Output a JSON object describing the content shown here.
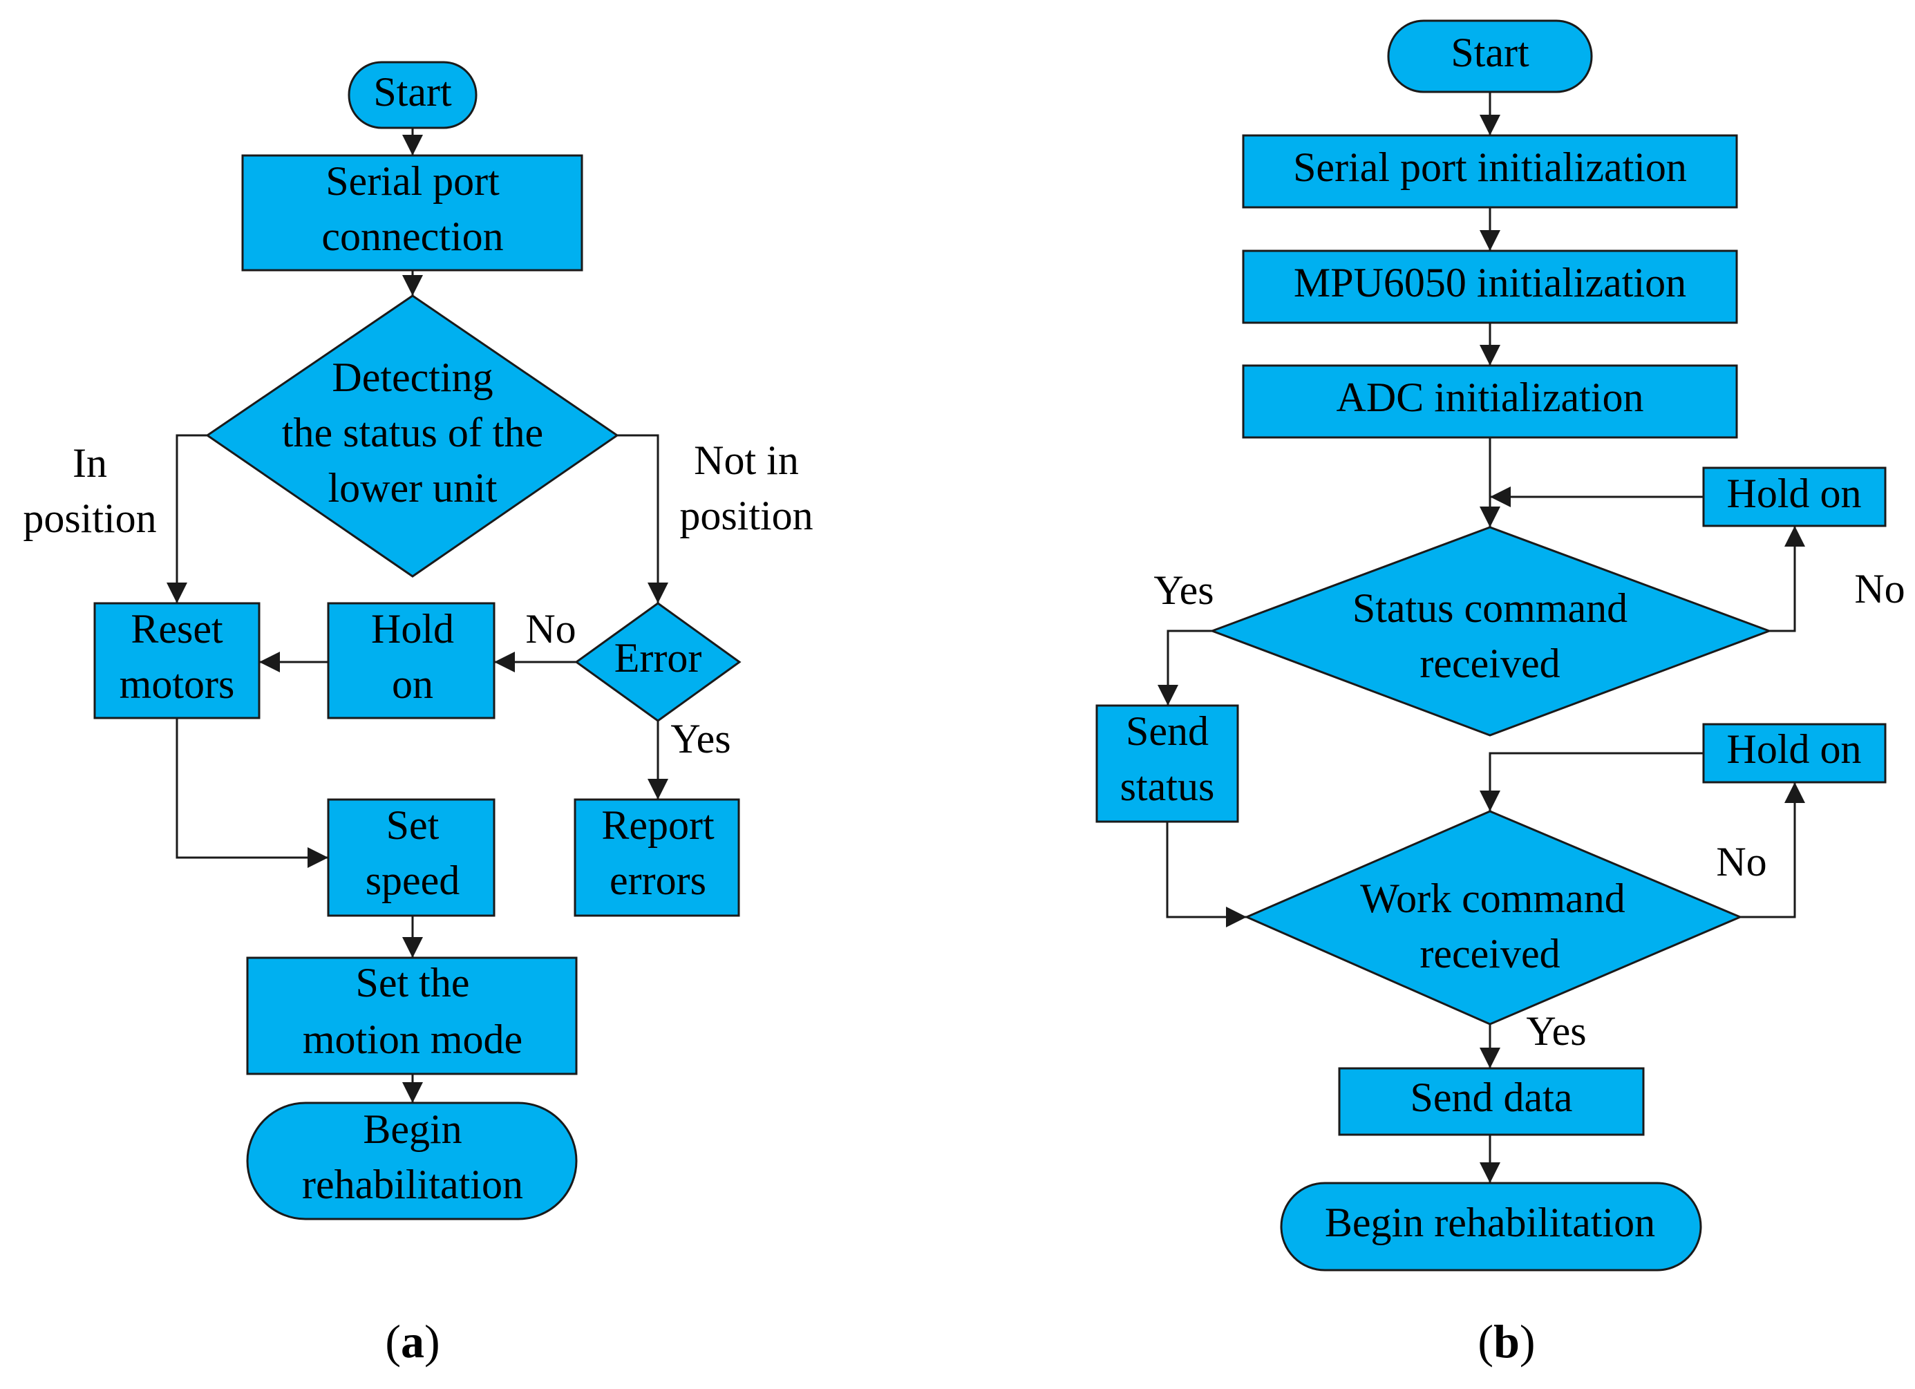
{
  "colors": {
    "fill": "#00b0f0",
    "stroke": "#1a1a1a",
    "text": "#000000"
  },
  "panel_a": {
    "caption_open": "(",
    "caption_letter": "a",
    "caption_close": ")",
    "start": "Start",
    "serial_port": [
      "Serial port",
      "connection"
    ],
    "detect": [
      "Detecting",
      "the status of the",
      "lower unit"
    ],
    "in_position": [
      "In",
      "position"
    ],
    "not_in_position": [
      "Not in",
      "position"
    ],
    "error": "Error",
    "no": "No",
    "yes": "Yes",
    "hold_on": [
      "Hold",
      "on"
    ],
    "reset_motors": [
      "Reset",
      "motors"
    ],
    "report_errors": [
      "Report",
      "errors"
    ],
    "set_speed": [
      "Set",
      "speed"
    ],
    "set_motion_mode": [
      "Set the",
      "motion mode"
    ],
    "begin": [
      "Begin",
      "rehabilitation"
    ]
  },
  "panel_b": {
    "caption_open": "(",
    "caption_letter": "b",
    "caption_close": ")",
    "start": "Start",
    "serial_init": "Serial port initialization",
    "mpu_init": "MPU6050 initialization",
    "adc_init": "ADC initialization",
    "hold_on_1": "Hold on",
    "status_cmd": [
      "Status command",
      "received"
    ],
    "yes_1": "Yes",
    "no_1": "No",
    "send_status": [
      "Send",
      "status"
    ],
    "hold_on_2": "Hold on",
    "work_cmd": [
      "Work command",
      "received"
    ],
    "no_2": "No",
    "yes_2": "Yes",
    "send_data": "Send data",
    "begin": "Begin rehabilitation"
  }
}
